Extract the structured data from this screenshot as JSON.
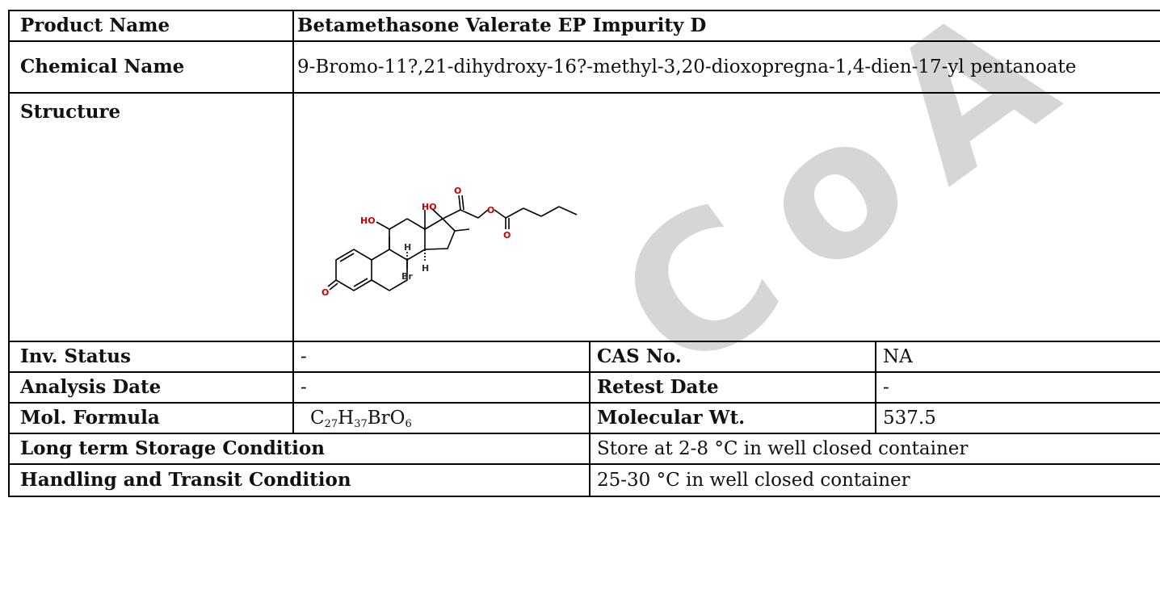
{
  "labels": {
    "product_name": "Product Name",
    "chemical_name": "Chemical Name",
    "structure": "Structure",
    "inv_status": "Inv. Status",
    "cas_no": "CAS No.",
    "analysis_date": "Analysis Date",
    "retest_date": "Retest Date",
    "mol_formula": "Mol. Formula",
    "molecular_wt": "Molecular Wt.",
    "long_term_storage": "Long term Storage Condition",
    "handling_transit": "Handling and Transit Condition"
  },
  "values": {
    "product_name": "Betamethasone Valerate EP Impurity D",
    "chemical_name": "9-Bromo-11?,21-dihydroxy-16?-methyl-3,20-dioxopregna-1,4-dien-17-yl pentanoate",
    "inv_status": "-",
    "cas_no": "NA",
    "analysis_date": "-",
    "retest_date": "-",
    "mol_formula": {
      "p1": "C",
      "s1": "27",
      "p2": "H",
      "s2": "37",
      "p3": "BrO",
      "s3": "6"
    },
    "molecular_wt": "537.5",
    "long_term_storage": "Store at 2-8 °C in well closed container",
    "handling_transit": "25-30 °C in well closed container"
  },
  "structure_atoms": {
    "ho_11": "HO",
    "ho_17": "HO",
    "o_20": "O",
    "o_ester": "O",
    "o_carbonyl": "O",
    "o_3": "O",
    "br": "Br",
    "h_8": "H",
    "h_14": "H"
  },
  "watermark": "CoA",
  "colors": {
    "border": "#000000",
    "heteroatom": "#cc0000"
  }
}
